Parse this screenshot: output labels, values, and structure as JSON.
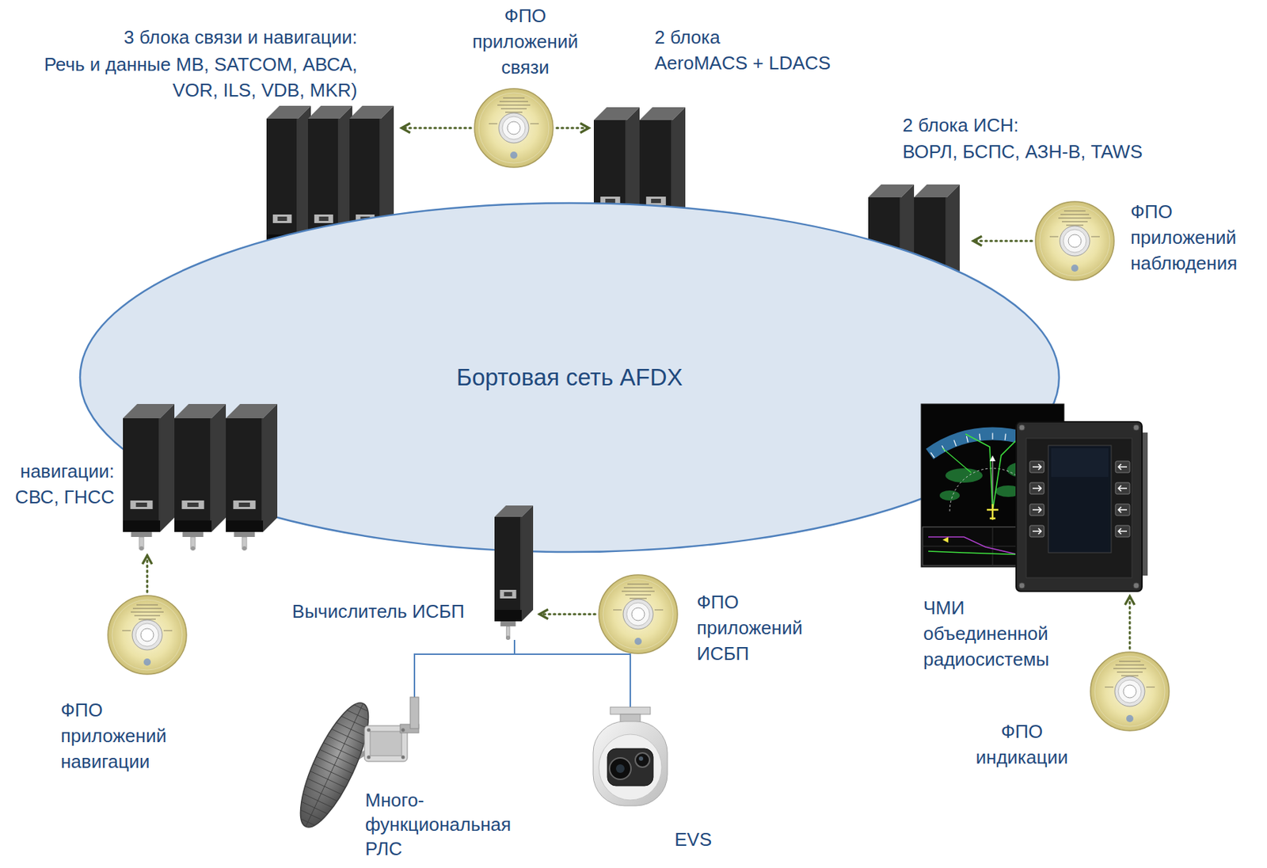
{
  "diagram": {
    "nodes": [
      {
        "text": [
          "3 блока связи и навигации:",
          "Речь и данные МВ, SATCOM, АВСА, VOR, ILS, VDB, MKR)"
        ]
      },
      {
        "text": [
          "ФПО приложений связи"
        ]
      },
      {
        "text": [
          "2 блока",
          "AeroMACS + LDACS"
        ]
      },
      {
        "text": [
          "2 блока ИСН:",
          "ВОРЛ, БСПС, АЗН-В, TAWS"
        ]
      },
      {
        "text": [
          "ФПО приложений наблюдения"
        ]
      },
      {
        "text": [
          "Бортовая сеть AFDX"
        ]
      },
      {
        "text": [
          "навигации:",
          "СВС, ГНСС"
        ]
      },
      {
        "text": [
          "Вычислитель ИСБП"
        ]
      },
      {
        "text": [
          "ФПО приложений ИСБП"
        ]
      },
      {
        "text": [
          "ЧМИ объединенной радиосистемы"
        ]
      },
      {
        "text": [
          "ФПО приложений навигации"
        ]
      },
      {
        "text": [
          "Много- функциональная РЛС"
        ]
      },
      {
        "text": [
          "EVS"
        ]
      },
      {
        "text": [
          "ФПО индикации"
        ]
      }
    ],
    "edges": [
      {
        "from": 1,
        "to": 0,
        "arrow": "to"
      },
      {
        "from": 1,
        "to": 2,
        "arrow": "to"
      },
      {
        "from": 4,
        "to": 3,
        "arrow": "to"
      },
      {
        "from": 8,
        "to": 7,
        "arrow": "to"
      },
      {
        "from": 10,
        "to": 6,
        "arrow": "to"
      },
      {
        "from": 13,
        "to": 9,
        "arrow": "to"
      },
      {
        "from": 7,
        "to": 11,
        "arrow": "none"
      },
      {
        "from": 7,
        "to": 12,
        "arrow": "none"
      }
    ]
  }
}
